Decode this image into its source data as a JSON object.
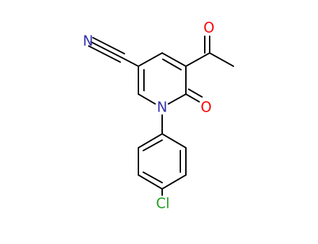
{
  "molecule": {
    "atoms": {
      "nitrile_n": "N",
      "ketone_o": "O",
      "ring_n": "N",
      "lactam_o": "O",
      "chlorine": "Cl"
    },
    "colors": {
      "bond": "#000000",
      "nitrogen": "#3333aa",
      "oxygen": "#ff0000",
      "chlorine": "#1fa01f"
    }
  }
}
